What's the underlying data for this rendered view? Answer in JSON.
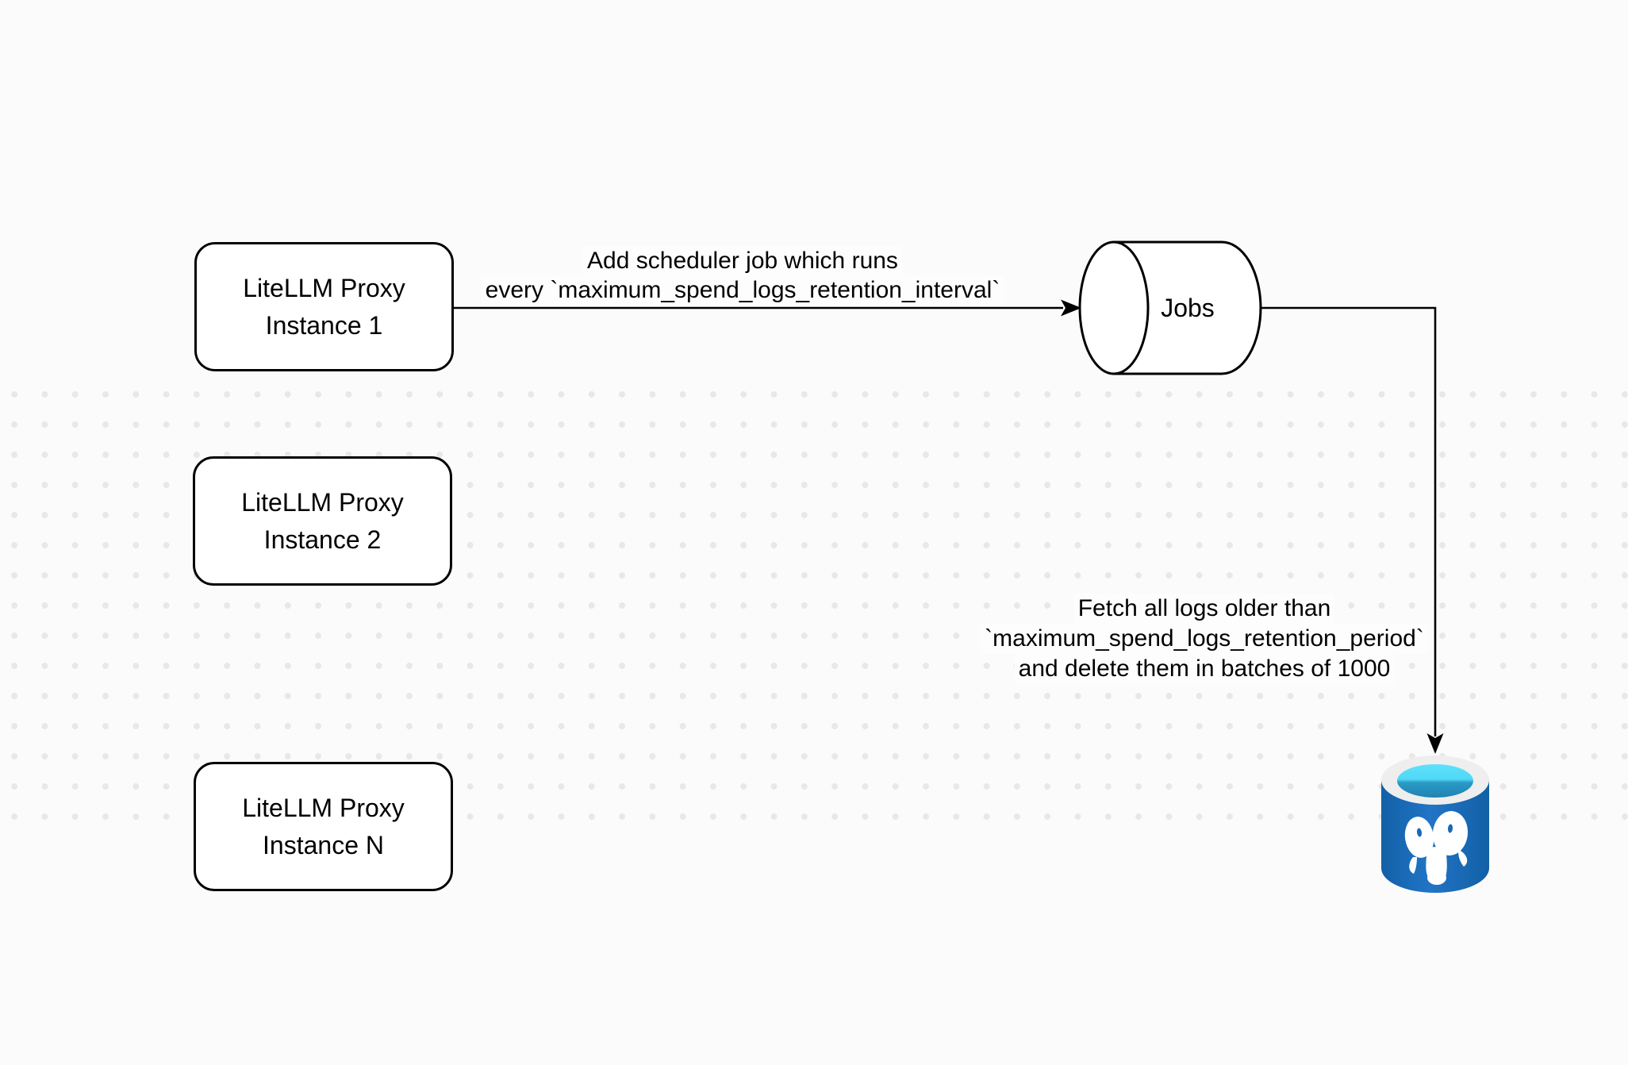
{
  "diagram": {
    "nodes": {
      "proxy1": {
        "line1": "LiteLLM Proxy",
        "line2": "Instance 1"
      },
      "proxy2": {
        "line1": "LiteLLM Proxy",
        "line2": "Instance 2"
      },
      "proxyN": {
        "line1": "LiteLLM Proxy",
        "line2": "Instance N"
      },
      "jobs": {
        "label": "Jobs"
      },
      "postgres": {
        "icon": "postgresql-database-icon"
      }
    },
    "edges": {
      "scheduler": {
        "line1": "Add scheduler job which runs",
        "line2": "every `maximum_spend_logs_retention_interval`"
      },
      "fetch": {
        "line1": "Fetch all logs older than",
        "line2": "`maximum_spend_logs_retention_period`",
        "line3": "and delete them in batches of 1000"
      }
    },
    "colors": {
      "canvas_bg": "#fbfbfb",
      "grid_dot": "#e8e8e8",
      "stroke": "#000000",
      "node_fill": "#ffffff",
      "postgres_blue": "#1a69b8",
      "postgres_blue_dark": "#1260a6",
      "postgres_cyan": "#4fd8f7",
      "postgres_teal": "#1f82b4",
      "postgres_rim": "#eeeeee"
    }
  }
}
